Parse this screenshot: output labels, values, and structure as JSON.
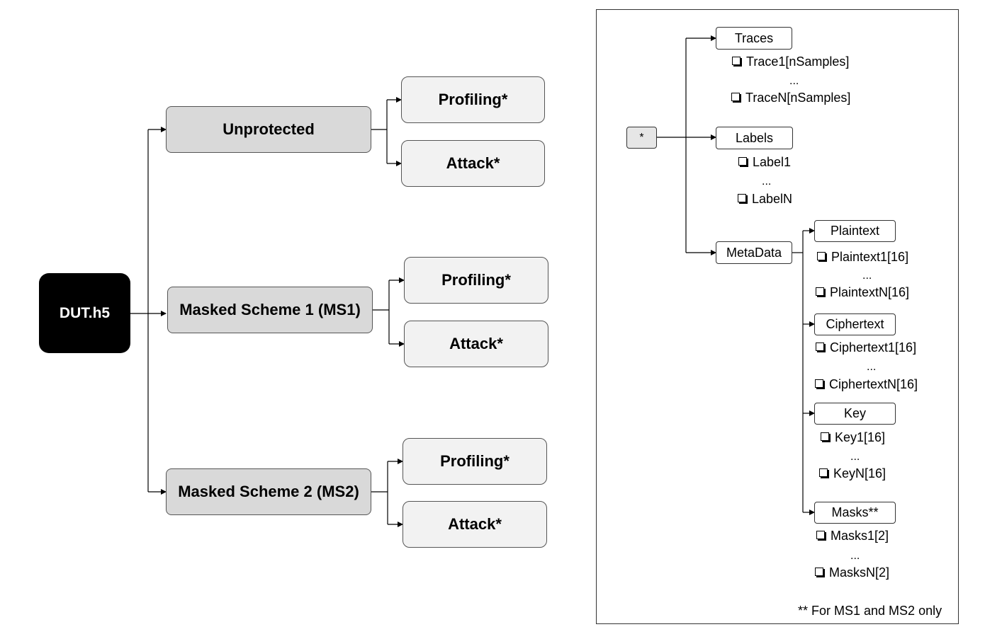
{
  "left_tree": {
    "root": "DUT.h5",
    "schemes": [
      {
        "label": "Unprotected",
        "children": [
          "Profiling*",
          "Attack*"
        ]
      },
      {
        "label": "Masked Scheme 1 (MS1)",
        "children": [
          "Profiling*",
          "Attack*"
        ]
      },
      {
        "label": "Masked Scheme 2 (MS2)",
        "children": [
          "Profiling*",
          "Attack*"
        ]
      }
    ]
  },
  "right_panel": {
    "root": "*",
    "traces": {
      "label": "Traces",
      "first": "Trace1[nSamples]",
      "ellipsis": "...",
      "last": "TraceN[nSamples]"
    },
    "labels": {
      "label": "Labels",
      "first": "Label1",
      "ellipsis": "...",
      "last": "LabelN"
    },
    "metadata": {
      "label": "MetaData",
      "plaintext": {
        "label": "Plaintext",
        "first": "Plaintext1[16]",
        "ellipsis": "...",
        "last": "PlaintextN[16]"
      },
      "ciphertext": {
        "label": "Ciphertext",
        "first": "Ciphertext1[16]",
        "ellipsis": "...",
        "last": "CiphertextN[16]"
      },
      "key": {
        "label": "Key",
        "first": "Key1[16]",
        "ellipsis": "...",
        "last": "KeyN[16]"
      },
      "masks": {
        "label": "Masks**",
        "first": "Masks1[2]",
        "ellipsis": "...",
        "last": "MasksN[2]"
      }
    },
    "footnote": "** For MS1 and MS2 only"
  }
}
